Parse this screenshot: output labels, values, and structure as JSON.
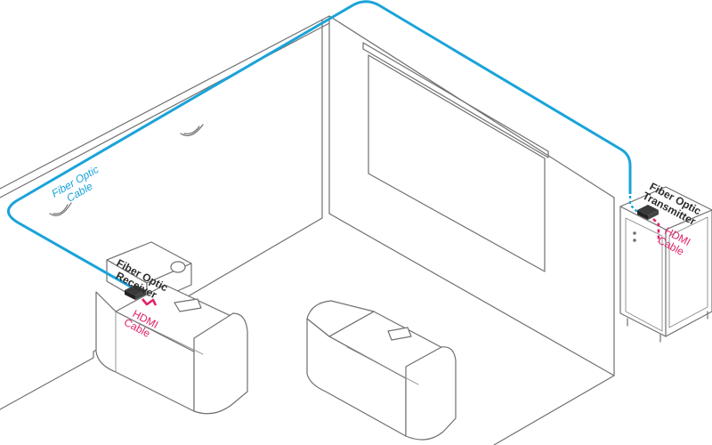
{
  "labels": {
    "fiber_cable": [
      "Fiber Optic",
      "Cable"
    ],
    "receiver": [
      "Fiber Optic",
      "Receiver"
    ],
    "transmitter": [
      "Fiber Optic",
      "Transmitter"
    ],
    "hdmi_left": [
      "HDMI",
      "Cable"
    ],
    "hdmi_right": [
      "HDMI",
      "Cable"
    ]
  },
  "colors": {
    "fiber": "#1aa3d9",
    "hdmi": "#e0246b",
    "outline": "#707070"
  }
}
